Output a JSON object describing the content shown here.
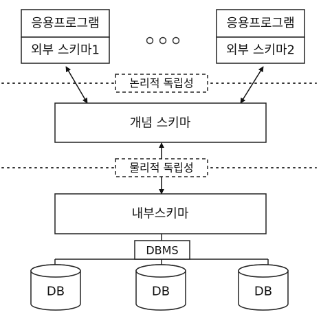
{
  "app_left": {
    "program_label": "응용프로그램",
    "schema_label": "외부 스키마1"
  },
  "app_right": {
    "program_label": "응용프로그램",
    "schema_label": "외부 스키마2"
  },
  "ellipsis_count": 3,
  "logical_independence_label": "논리적 독립성",
  "conceptual_schema_label": "개념 스키마",
  "physical_independence_label": "물리적 독립성",
  "internal_schema_label": "내부스키마",
  "dbms_label": "DBMS",
  "databases": [
    {
      "label": "DB"
    },
    {
      "label": "DB"
    },
    {
      "label": "DB"
    }
  ]
}
